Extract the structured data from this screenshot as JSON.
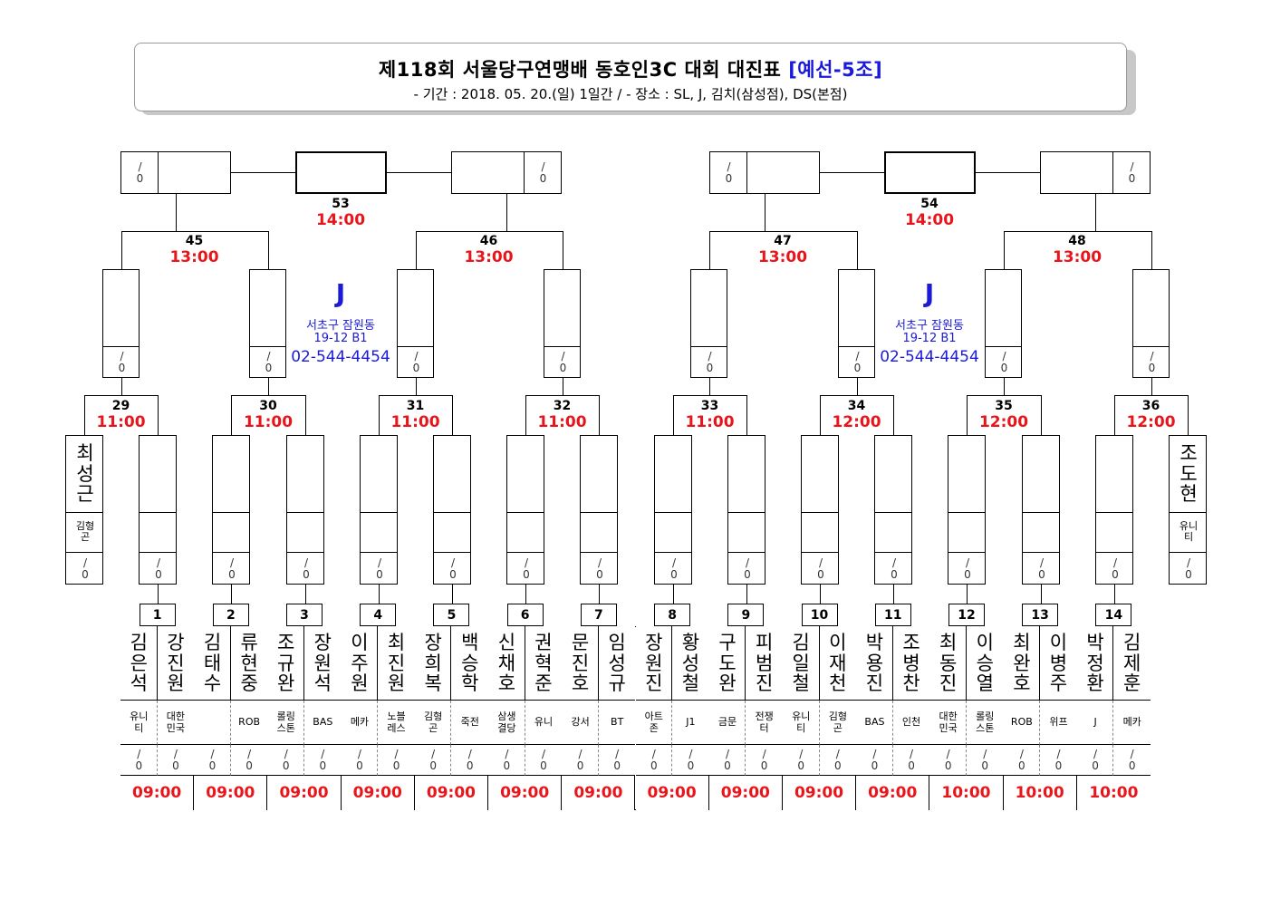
{
  "header": {
    "title": "제118회 서울당구연맹배 동호인3C 대회 대진표",
    "group": "[예선-5조]",
    "subtitle": "- 기간 : 2018. 05. 20.(일) 1일간 / - 장소 : SL, J, 김치(삼성점), DS(본점)"
  },
  "venue_info": {
    "name": "J",
    "address1": "서초구 잠원동",
    "address2": "19-12 B1",
    "phone": "02-544-4454"
  },
  "score_placeholder": "/\n0",
  "seeds": [
    {
      "name": "최성근",
      "club": "김형곤"
    },
    {
      "name": "조도현",
      "club": "유니티"
    }
  ],
  "round1_matches": [
    {
      "num": "1",
      "time": "09:00",
      "players": [
        {
          "name": "김은석",
          "club": "유니티"
        },
        {
          "name": "강진원",
          "club": "대한민국"
        }
      ]
    },
    {
      "num": "2",
      "time": "09:00",
      "players": [
        {
          "name": "김태수",
          "club": ""
        },
        {
          "name": "류현중",
          "club": "ROB"
        }
      ]
    },
    {
      "num": "3",
      "time": "09:00",
      "players": [
        {
          "name": "조규완",
          "club": "롤링스톤"
        },
        {
          "name": "장원석",
          "club": "BAS"
        }
      ]
    },
    {
      "num": "4",
      "time": "09:00",
      "players": [
        {
          "name": "이주원",
          "club": "메카"
        },
        {
          "name": "최진원",
          "club": "노블레스"
        }
      ]
    },
    {
      "num": "5",
      "time": "09:00",
      "players": [
        {
          "name": "장희복",
          "club": "김형곤"
        },
        {
          "name": "백승학",
          "club": "죽전"
        }
      ]
    },
    {
      "num": "6",
      "time": "09:00",
      "players": [
        {
          "name": "신채호",
          "club": "삼생결당"
        },
        {
          "name": "권혁준",
          "club": "유니"
        }
      ]
    },
    {
      "num": "7",
      "time": "09:00",
      "players": [
        {
          "name": "문진호",
          "club": "강서"
        },
        {
          "name": "임성규",
          "club": "BT"
        }
      ]
    },
    {
      "num": "8",
      "time": "09:00",
      "players": [
        {
          "name": "장원진",
          "club": "아트존"
        },
        {
          "name": "황성철",
          "club": "J1"
        }
      ]
    },
    {
      "num": "9",
      "time": "09:00",
      "players": [
        {
          "name": "구도완",
          "club": "금문"
        },
        {
          "name": "피범진",
          "club": "전쟁터"
        }
      ]
    },
    {
      "num": "10",
      "time": "09:00",
      "players": [
        {
          "name": "김일철",
          "club": "유니티"
        },
        {
          "name": "이재천",
          "club": "김형곤"
        }
      ]
    },
    {
      "num": "11",
      "time": "09:00",
      "players": [
        {
          "name": "박용진",
          "club": "BAS"
        },
        {
          "name": "조병찬",
          "club": "인천"
        }
      ]
    },
    {
      "num": "12",
      "time": "10:00",
      "players": [
        {
          "name": "최동진",
          "club": "대한민국"
        },
        {
          "name": "이승열",
          "club": "롤링스톤"
        }
      ]
    },
    {
      "num": "13",
      "time": "10:00",
      "players": [
        {
          "name": "최완호",
          "club": "ROB"
        },
        {
          "name": "이병주",
          "club": "위프"
        }
      ]
    },
    {
      "num": "14",
      "time": "10:00",
      "players": [
        {
          "name": "박정환",
          "club": "J"
        },
        {
          "name": "김제훈",
          "club": "메카"
        }
      ]
    }
  ],
  "round2_matches": [
    {
      "num": "29",
      "time": "11:00"
    },
    {
      "num": "30",
      "time": "11:00"
    },
    {
      "num": "31",
      "time": "11:00"
    },
    {
      "num": "32",
      "time": "11:00"
    },
    {
      "num": "33",
      "time": "11:00"
    },
    {
      "num": "34",
      "time": "12:00"
    },
    {
      "num": "35",
      "time": "12:00"
    },
    {
      "num": "36",
      "time": "12:00"
    }
  ],
  "round3_matches": [
    {
      "num": "45",
      "time": "13:00"
    },
    {
      "num": "46",
      "time": "13:00"
    },
    {
      "num": "47",
      "time": "13:00"
    },
    {
      "num": "48",
      "time": "13:00"
    }
  ],
  "final_matches": [
    {
      "num": "53",
      "time": "14:00"
    },
    {
      "num": "54",
      "time": "14:00"
    }
  ]
}
